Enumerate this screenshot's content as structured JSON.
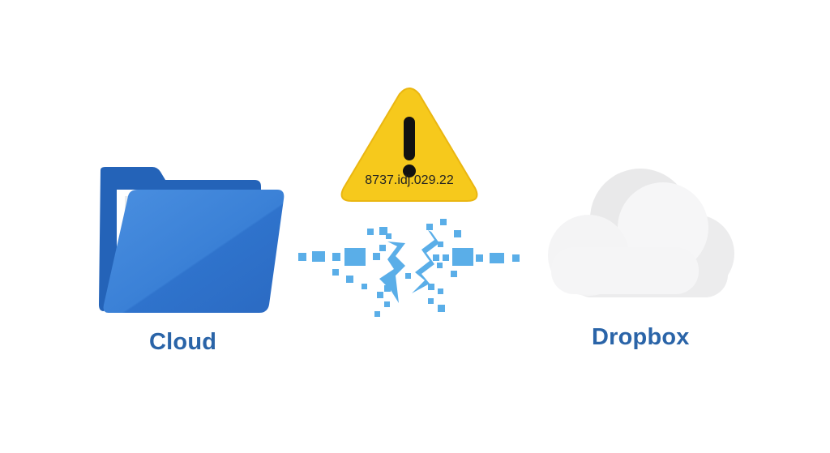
{
  "diagram": {
    "source": {
      "label": "Cloud",
      "icon": "folder-icon",
      "color": "#2f6fc4"
    },
    "destination": {
      "label": "Dropbox",
      "icon": "cloud-icon",
      "color": "#f3f3f3"
    },
    "warning": {
      "icon": "warning-triangle-icon",
      "code": "8737.idj.029.22",
      "color": "#f6c91c"
    },
    "connection": {
      "icon": "broken-connection-icon",
      "state": "broken",
      "color": "#5aaee8"
    },
    "label_color": "#2a64a8"
  }
}
